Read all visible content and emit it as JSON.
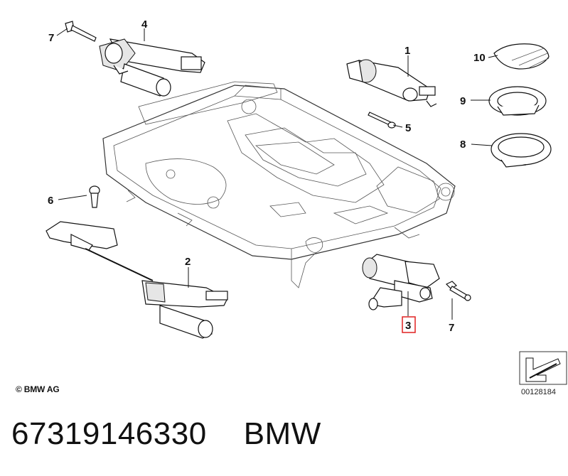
{
  "callouts": {
    "c1": "1",
    "c2": "2",
    "c3": "3",
    "c4": "4",
    "c5": "5",
    "c6": "6",
    "c7a": "7",
    "c7b": "7",
    "c8": "8",
    "c9": "9",
    "c10": "10"
  },
  "highlighted_callout": "3",
  "colors": {
    "highlight": "#e02020",
    "line": "#111111",
    "frame": "#333333"
  },
  "copyright": "© BMW AG",
  "ref_code": "00128184",
  "footer": {
    "part_number": "67319146330",
    "brand": "BMW"
  }
}
